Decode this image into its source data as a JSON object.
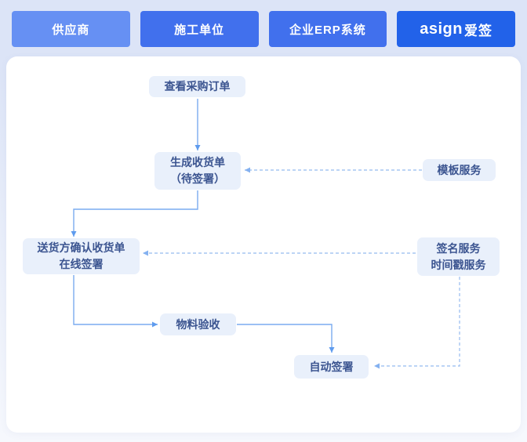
{
  "header": {
    "lanes": [
      {
        "label": "供应商"
      },
      {
        "label": "施工单位"
      },
      {
        "label": "企业ERP系统"
      }
    ],
    "brand": {
      "latin": "asign",
      "cjk": "爱签"
    }
  },
  "flow": {
    "view_po": "查看采购订单",
    "gen_receipt_line1": "生成收货单",
    "gen_receipt_line2": "（待签署）",
    "template_service": "模板服务",
    "confirm_line1": "送货方确认收货单",
    "confirm_line2": "在线签署",
    "sign_service_line1": "签名服务",
    "sign_service_line2": "时间戳服务",
    "material_accept": "物料验收",
    "auto_sign": "自动签署"
  },
  "colors": {
    "lane_supplier": "#6690f3",
    "lane_construction": "#4170ed",
    "lane_erp": "#4170ed",
    "lane_brand": "#2262e9",
    "node_background": "#e9f0fb",
    "node_text": "#3b5490",
    "solid_connector": "#7aabf0",
    "dashed_connector": "#a6c5f2",
    "panel_background": "#ffffff",
    "page_background": "#dce4f7"
  }
}
